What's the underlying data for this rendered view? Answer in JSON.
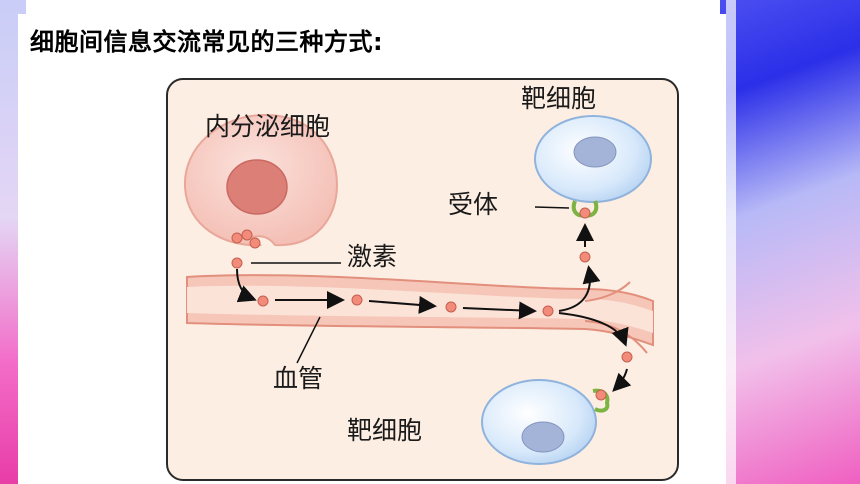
{
  "title": "细胞间信息交流常见的三种方式:",
  "diagram": {
    "labels": {
      "endocrine_cell": "内分泌细胞",
      "target_cell_top": "靶细胞",
      "receptor": "受体",
      "hormone": "激素",
      "blood_vessel": "血管",
      "target_cell_bottom": "靶细胞"
    }
  },
  "colors": {
    "panel_bg": "#fdeee3",
    "vessel": "#f3b3a3",
    "cell_pink": "#f7cfc8",
    "nucleus_red": "#dc7f77",
    "target_blue": "#d4e7fa",
    "receptor_green": "#8bc34a",
    "hormone_dot": "#f28b7a"
  }
}
